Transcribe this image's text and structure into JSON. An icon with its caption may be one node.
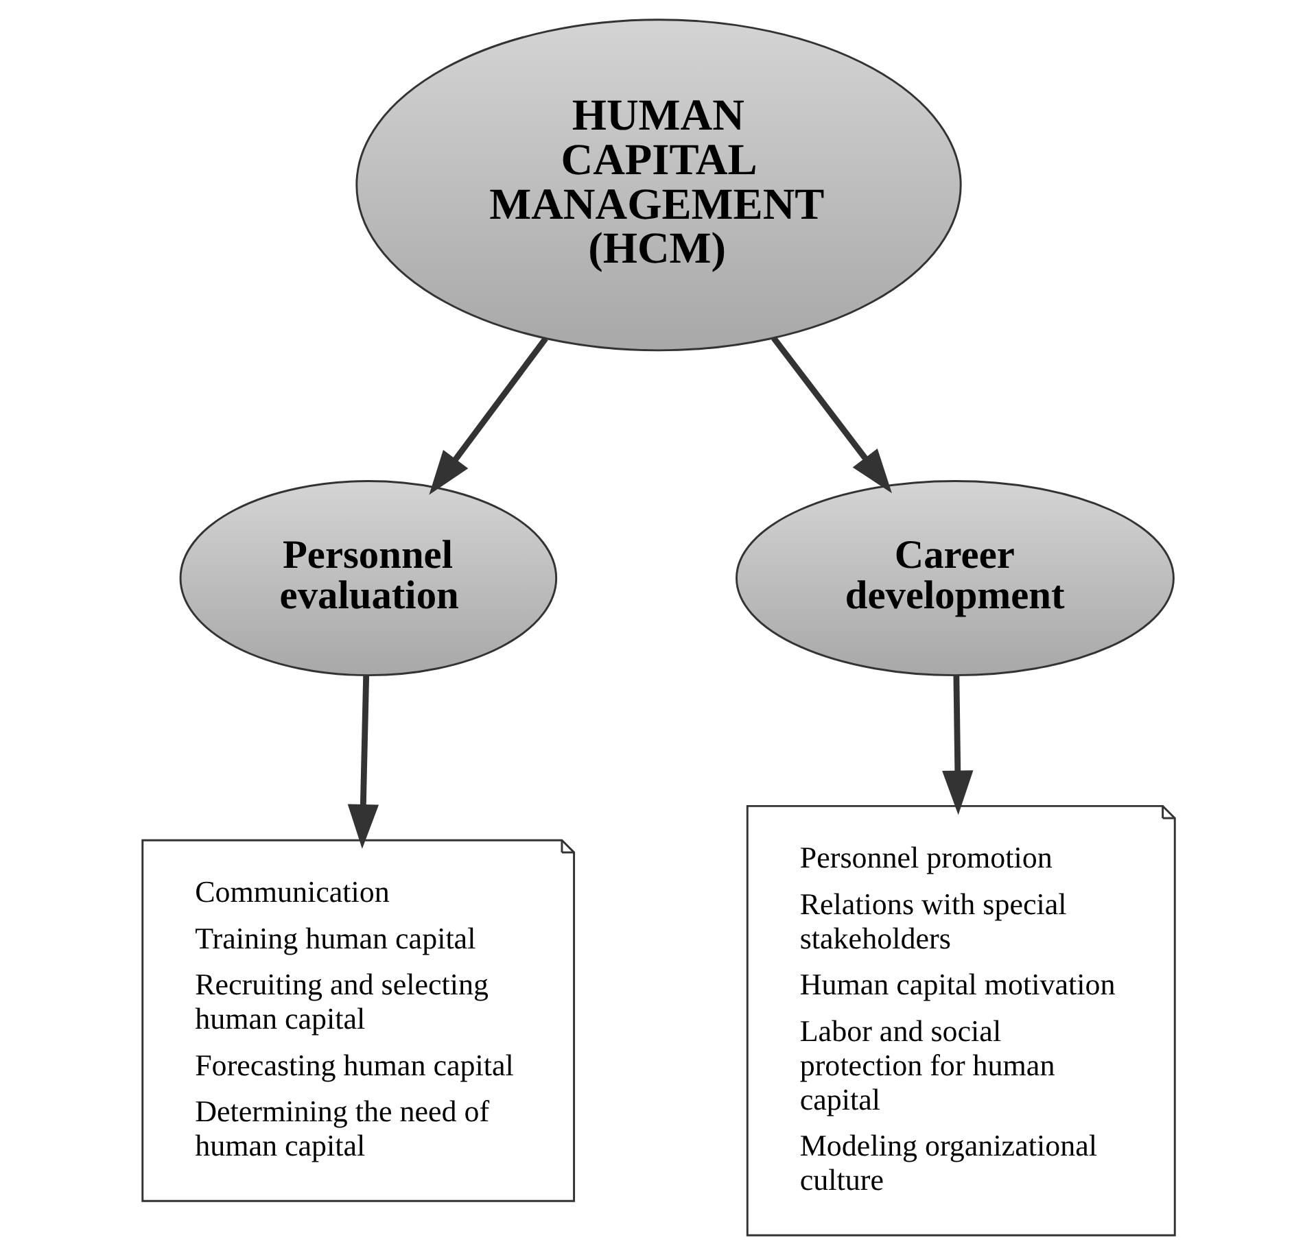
{
  "diagram": {
    "nodes": [
      {
        "text": [
          "HUMAN CAPITAL MANAGEMENT (HCM)"
        ]
      },
      {
        "text": [
          "Personnel evaluation"
        ]
      },
      {
        "text": [
          "Career development"
        ]
      },
      {
        "text": [
          "Communication",
          "Training human capital",
          "Recruiting and selecting human capital",
          "Forecasting human capital",
          "Determining the need of human capital"
        ]
      },
      {
        "text": [
          "Personnel promotion",
          "Relations with special stakeholders",
          "Human capital motivation",
          "Labor and social protection for human capital",
          "Modeling organizational culture"
        ]
      }
    ],
    "edges": [
      {
        "from": 0,
        "to": 1,
        "arrow": "to"
      },
      {
        "from": 0,
        "to": 2,
        "arrow": "to"
      },
      {
        "from": 1,
        "to": 3,
        "arrow": "to"
      },
      {
        "from": 2,
        "to": 4,
        "arrow": "to"
      }
    ]
  }
}
